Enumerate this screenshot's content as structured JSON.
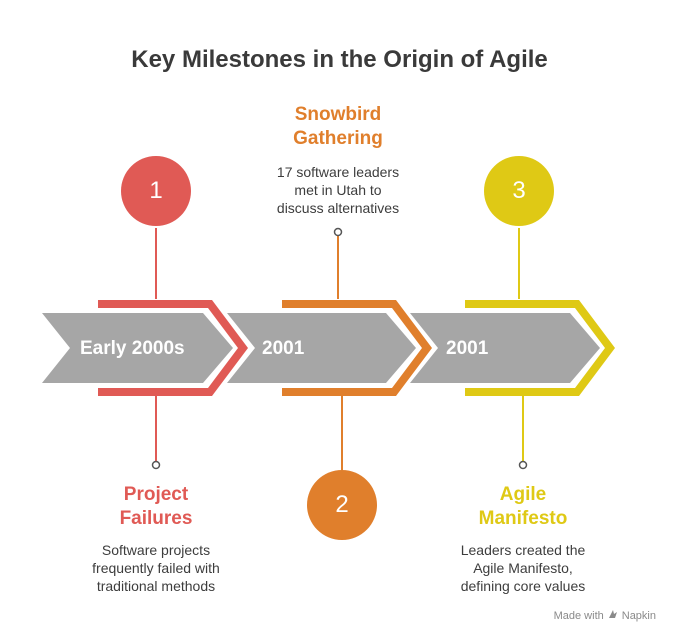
{
  "title": "Key Milestones in the Origin of Agile",
  "colors": {
    "red": "#e05a55",
    "orange": "#e07f2c",
    "yellow": "#dfc915",
    "arrow_gray": "#a6a6a6",
    "text_dark": "#3a3a3a"
  },
  "milestones": [
    {
      "number": "1",
      "period": "Early 2000s",
      "heading_line1": "Project",
      "heading_line2": "Failures",
      "desc_line1": "Software projects",
      "desc_line2": "frequently failed with",
      "desc_line3": "traditional methods"
    },
    {
      "number": "2",
      "period": "2001",
      "heading_line1": "Snowbird",
      "heading_line2": "Gathering",
      "desc_line1": "17 software leaders",
      "desc_line2": "met in Utah to",
      "desc_line3": "discuss alternatives"
    },
    {
      "number": "3",
      "period": "2001",
      "heading_line1": "Agile",
      "heading_line2": "Manifesto",
      "desc_line1": "Leaders created the",
      "desc_line2": "Agile Manifesto,",
      "desc_line3": "defining core values"
    }
  ],
  "footer": {
    "made_with": "Made with",
    "brand": "Napkin",
    "brand_icon": "napkin-logo-icon"
  }
}
